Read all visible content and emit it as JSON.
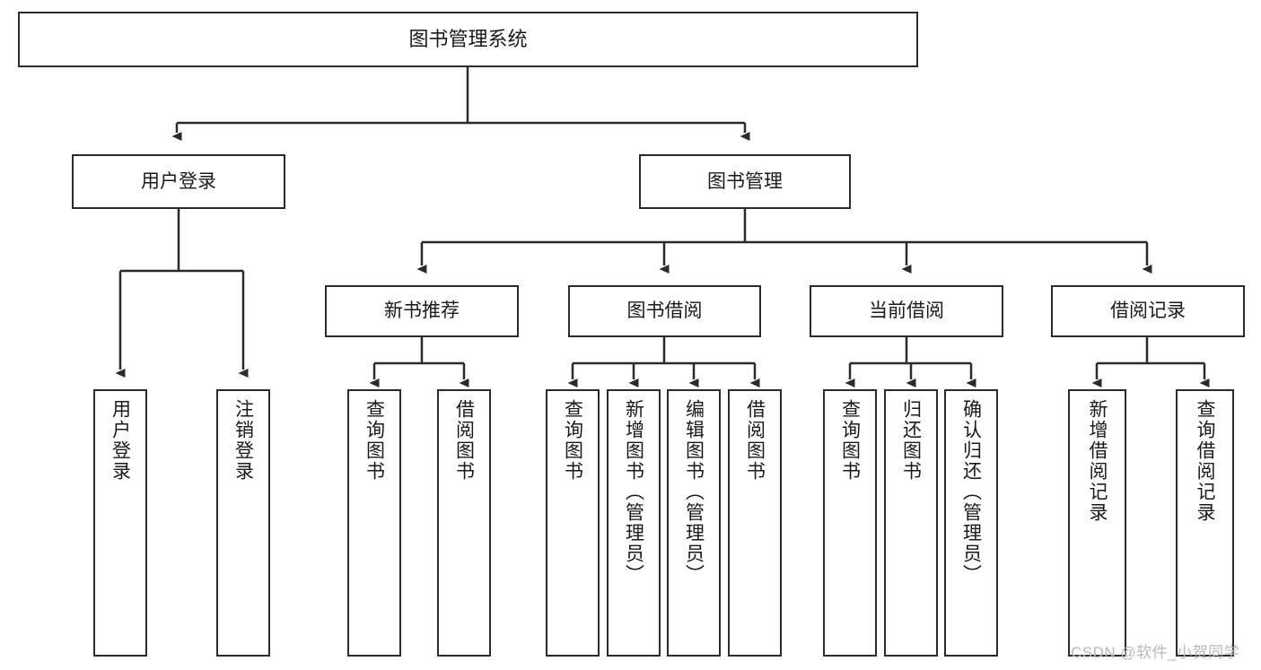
{
  "diagram": {
    "title": "图书管理系统",
    "type": "hierarchy-tree",
    "watermark": "CSDN @软件_小贺同学",
    "colors": {
      "stroke": "#2b2b2b",
      "fill": "#ffffff",
      "text": "#1a1a1a",
      "watermark": "#b9b9b9"
    },
    "levels": {
      "level0": [
        "图书管理系统"
      ],
      "level1": [
        "用户登录",
        "图书管理"
      ],
      "level2": [
        "新书推荐",
        "图书借阅",
        "当前借阅",
        "借阅记录"
      ],
      "level3": [
        "用户登录",
        "注销登录",
        "查询图书",
        "借阅图书",
        "查询图书",
        "新增图书（管理员）",
        "编辑图书（管理员）",
        "借阅图书",
        "查询图书",
        "归还图书",
        "确认归还（管理员）",
        "新增借阅记录",
        "查询借阅记录"
      ]
    },
    "nodes": {
      "root": {
        "label": "图书管理系统"
      },
      "user_login": {
        "label": "用户登录"
      },
      "book_mgmt": {
        "label": "图书管理"
      },
      "new_book_rec": {
        "label": "新书推荐"
      },
      "book_borrow": {
        "label": "图书借阅"
      },
      "current_borrow": {
        "label": "当前借阅"
      },
      "borrow_record": {
        "label": "借阅记录"
      },
      "leaf_user_login": {
        "label": "用户登录"
      },
      "leaf_logout": {
        "label": "注销登录"
      },
      "leaf_query_book_1": {
        "label": "查询图书"
      },
      "leaf_borrow_book_1": {
        "label": "借阅图书"
      },
      "leaf_query_book_2": {
        "label": "查询图书"
      },
      "leaf_add_book": {
        "label": "新增图书（管理员）"
      },
      "leaf_edit_book": {
        "label": "编辑图书（管理员）"
      },
      "leaf_borrow_book_2": {
        "label": "借阅图书"
      },
      "leaf_query_book_3": {
        "label": "查询图书"
      },
      "leaf_return_book": {
        "label": "归还图书"
      },
      "leaf_confirm_return": {
        "label": "确认归还（管理员）"
      },
      "leaf_add_record": {
        "label": "新增借阅记录"
      },
      "leaf_query_record": {
        "label": "查询借阅记录"
      }
    }
  }
}
